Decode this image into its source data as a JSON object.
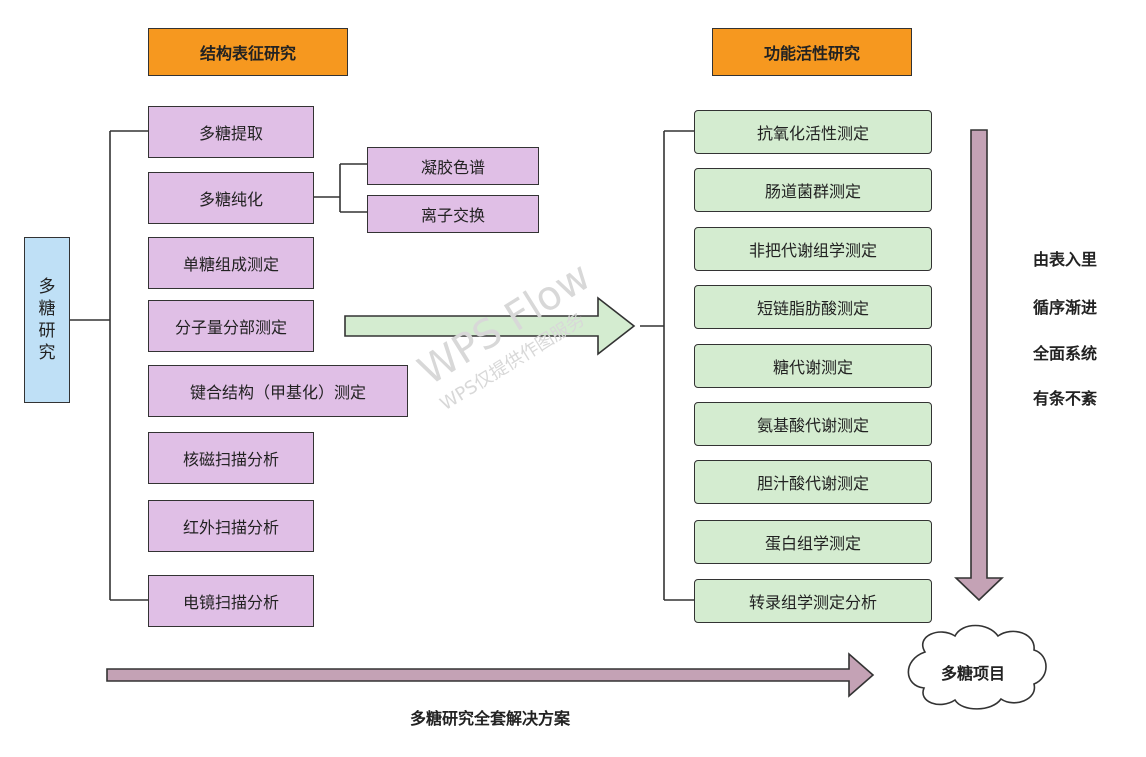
{
  "header_left": "结构表征研究",
  "header_right": "功能活性研究",
  "root": [
    "多",
    "糖",
    "研",
    "究"
  ],
  "left_items": {
    "extraction": "多糖提取",
    "purification": "多糖纯化",
    "gel": "凝胶色谱",
    "ion": "离子交换",
    "monosaccharide": "单糖组成测定",
    "molecular_weight": "分子量分部测定",
    "linkage": "键合结构（甲基化）测定",
    "nmr": "核磁扫描分析",
    "infrared": "红外扫描分析",
    "electron": "电镜扫描分析"
  },
  "right_items": [
    "抗氧化活性测定",
    "肠道菌群测定",
    "非把代谢组学测定",
    "短链脂肪酸测定",
    "糖代谢测定",
    "氨基酸代谢测定",
    "胆汁酸代谢测定",
    "蛋白组学测定",
    "转录组学测定分析"
  ],
  "principles": [
    "由表入里",
    "循序渐进",
    "全面系统",
    "有条不紊"
  ],
  "cloud_label": "多糖项目",
  "bottom_label": "多糖研究全套解决方案",
  "watermark": {
    "main": "WPS Flow",
    "sub": "WPS仅提供作图服务"
  },
  "colors": {
    "purple": "#e0bfe6",
    "green": "#d4ecd0",
    "orange": "#f6981f",
    "blue": "#bfe0f6",
    "arrow": "#c4a2b5"
  }
}
